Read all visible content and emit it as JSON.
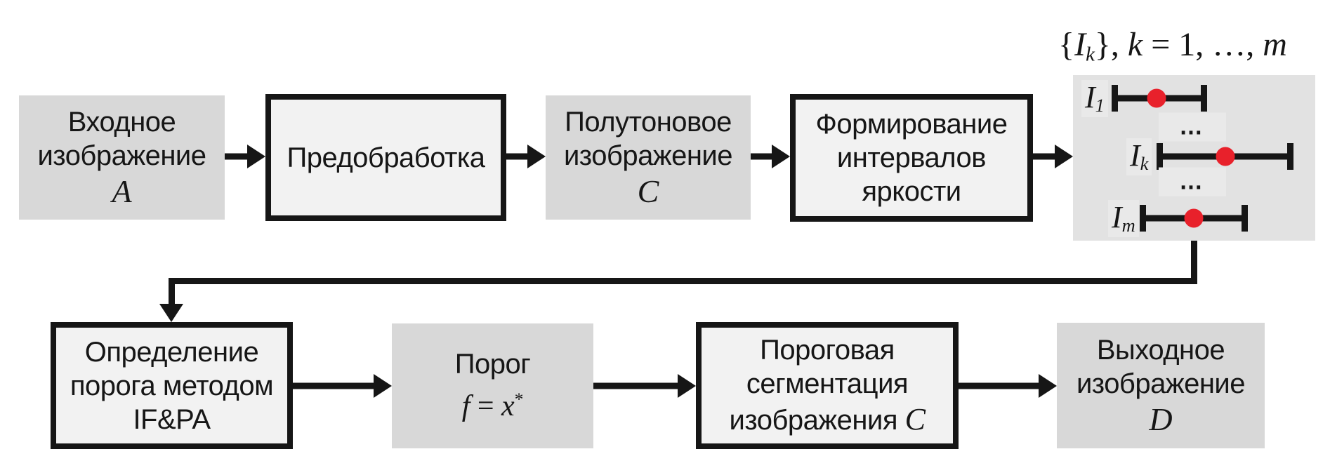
{
  "colors": {
    "ink": "#161616",
    "box_gray": "#d8d8d8",
    "box_light": "#f2f2f2",
    "panel_gray": "#e2e2e2",
    "panel_label": "#e9e9e9",
    "dot_red": "#e8212b"
  },
  "header_formula": {
    "brace_open": "{",
    "set_symbol": "I",
    "set_sub": "k",
    "brace_close": "}, ",
    "index_symbol": "k",
    "equals_range": " = 1, …, ",
    "count_symbol": "m"
  },
  "top_row": {
    "input_box": {
      "line1": "Входное",
      "line2": "изображение",
      "symbol": "A"
    },
    "preprocess_box": {
      "label": "Предобработка"
    },
    "halftone_box": {
      "line1": "Полутоновое",
      "line2": "изображение",
      "symbol": "C"
    },
    "intervals_box": {
      "line1": "Формирование",
      "line2": "интервалов",
      "line3": "яркости"
    }
  },
  "interval_panel": {
    "rows": [
      {
        "symbol": "I",
        "sub": "1"
      },
      {
        "symbol": "I",
        "sub": "k"
      },
      {
        "symbol": "I",
        "sub": "m"
      }
    ],
    "ellipsis": "…"
  },
  "bottom_row": {
    "threshold_method_box": {
      "line1": "Определение",
      "line2": "порога методом",
      "line3": "IF&PA"
    },
    "threshold_box": {
      "line1": "Порог",
      "f_symbol": "f",
      "equals": " = ",
      "x_symbol": "x",
      "superscript": "*"
    },
    "segmentation_box": {
      "line1": "Пороговая",
      "line2": "сегментация",
      "line3": "изображения ",
      "symbol": "C"
    },
    "output_box": {
      "line1": "Выходное",
      "line2": "изображение",
      "symbol": "D"
    }
  }
}
